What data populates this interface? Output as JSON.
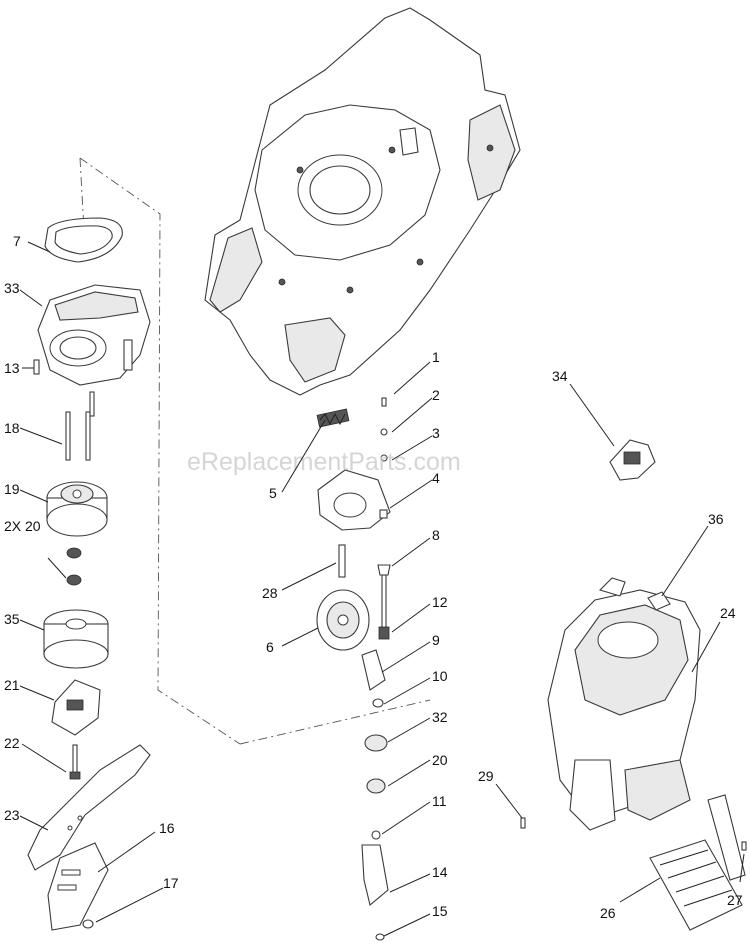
{
  "watermark": "eReplacementParts.com",
  "callouts": [
    {
      "id": "c1",
      "label": "1"
    },
    {
      "id": "c2",
      "label": "2"
    },
    {
      "id": "c3",
      "label": "3"
    },
    {
      "id": "c4",
      "label": "4"
    },
    {
      "id": "c5",
      "label": "5"
    },
    {
      "id": "c6",
      "label": "6"
    },
    {
      "id": "c7",
      "label": "7"
    },
    {
      "id": "c8",
      "label": "8"
    },
    {
      "id": "c9",
      "label": "9"
    },
    {
      "id": "c10",
      "label": "10"
    },
    {
      "id": "c11",
      "label": "11"
    },
    {
      "id": "c12",
      "label": "12"
    },
    {
      "id": "c13",
      "label": "13"
    },
    {
      "id": "c14",
      "label": "14"
    },
    {
      "id": "c15",
      "label": "15"
    },
    {
      "id": "c16",
      "label": "16"
    },
    {
      "id": "c17",
      "label": "17"
    },
    {
      "id": "c18",
      "label": "18"
    },
    {
      "id": "c19",
      "label": "19"
    },
    {
      "id": "c20a",
      "label": "2X 20"
    },
    {
      "id": "c20b",
      "label": "20"
    },
    {
      "id": "c21",
      "label": "21"
    },
    {
      "id": "c22",
      "label": "22"
    },
    {
      "id": "c23",
      "label": "23"
    },
    {
      "id": "c24",
      "label": "24"
    },
    {
      "id": "c26",
      "label": "26"
    },
    {
      "id": "c27",
      "label": "27"
    },
    {
      "id": "c28",
      "label": "28"
    },
    {
      "id": "c29",
      "label": "29"
    },
    {
      "id": "c32",
      "label": "32"
    },
    {
      "id": "c33",
      "label": "33"
    },
    {
      "id": "c34",
      "label": "34"
    },
    {
      "id": "c35",
      "label": "35"
    },
    {
      "id": "c36",
      "label": "36"
    }
  ]
}
